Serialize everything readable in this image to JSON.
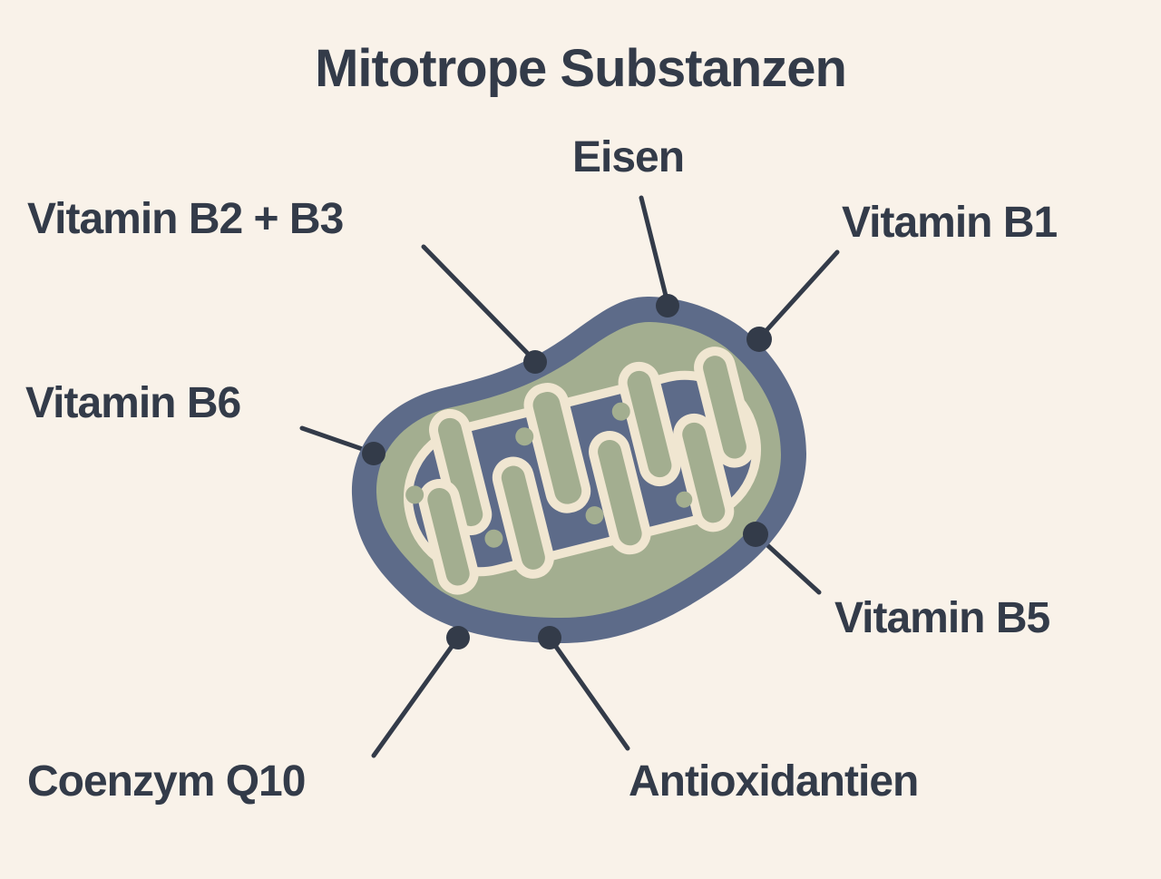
{
  "title": "Mitotrope Substanzen",
  "diagram": {
    "subject": "mitochondrion-with-labeled-substances",
    "labels": [
      {
        "id": "eisen",
        "text": "Eisen"
      },
      {
        "id": "b2b3",
        "text": "Vitamin B2 + B3"
      },
      {
        "id": "b1",
        "text": "Vitamin B1"
      },
      {
        "id": "b6",
        "text": "Vitamin B6"
      },
      {
        "id": "b5",
        "text": "Vitamin B5"
      },
      {
        "id": "q10",
        "text": "Coenzym Q10"
      },
      {
        "id": "antiox",
        "text": "Antioxidantien"
      }
    ],
    "colors": {
      "background": "#f9f2e9",
      "text_and_lines": "#333b49",
      "outer_membrane": "#5d6b89",
      "inner_body": "#a3ae90",
      "cristae": "#f0e6d1"
    }
  }
}
